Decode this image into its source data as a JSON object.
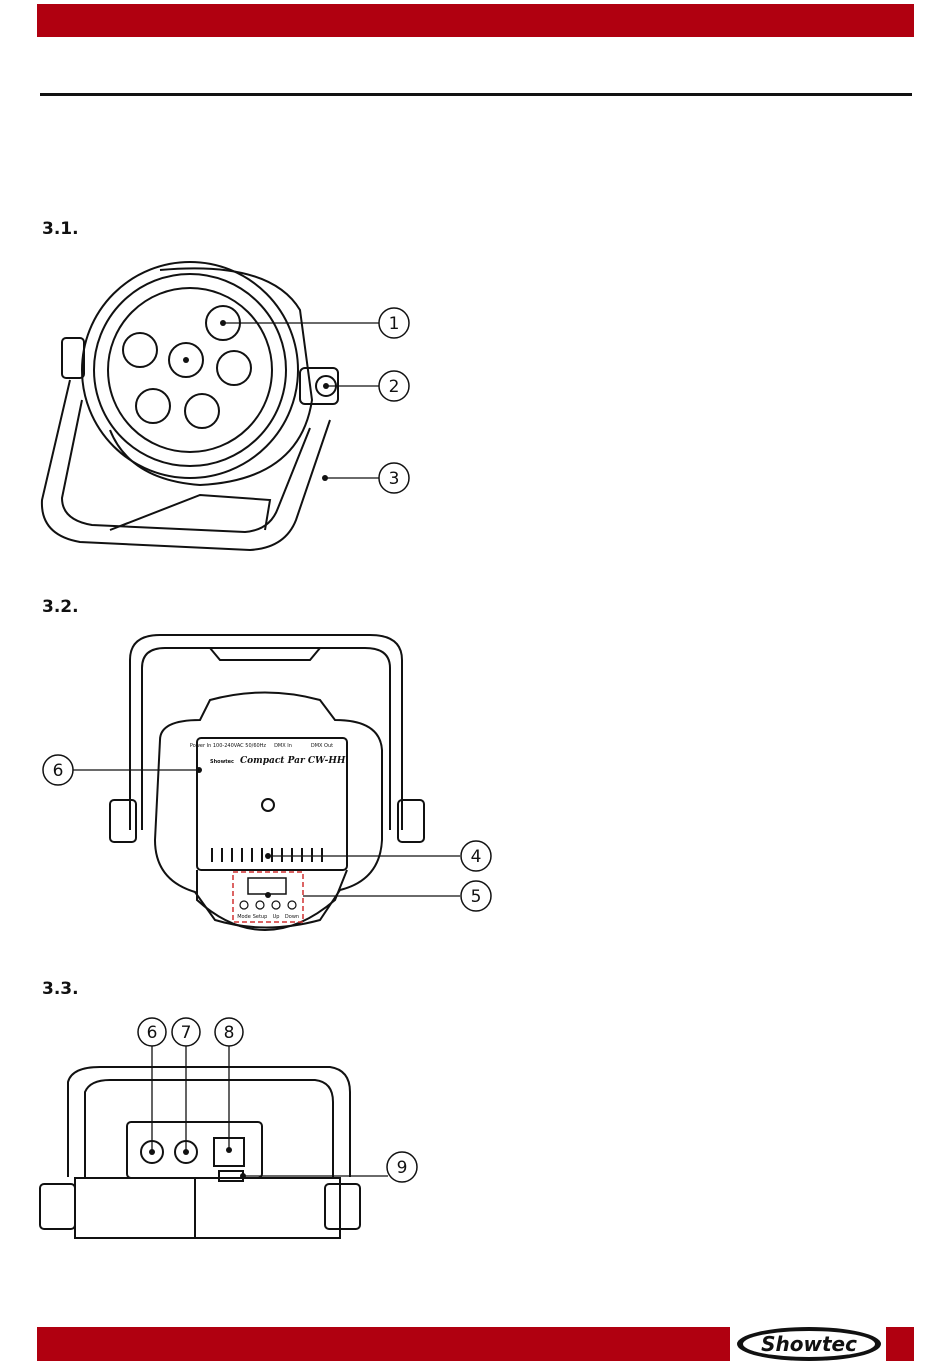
{
  "sections": [
    {
      "number": "3.1."
    },
    {
      "number": "3.2."
    },
    {
      "number": "3.3."
    }
  ],
  "callouts": {
    "fig1": [
      "1",
      "2",
      "3"
    ],
    "fig2": [
      "6",
      "4",
      "5"
    ],
    "fig3": [
      "6",
      "7",
      "8",
      "9"
    ]
  },
  "panel": {
    "brand": "Showtec",
    "model": "Compact Par CW-HH",
    "power_label": "Power In 100-240VAC 50/60Hz",
    "dmx_in": "DMX In",
    "dmx_out": "DMX Out",
    "buttons": [
      "Mode",
      "Setup",
      "Up",
      "Down"
    ]
  },
  "footer": {
    "logo_text": "Showtec"
  },
  "colors": {
    "brand_red": "#b00010",
    "line": "#111111"
  }
}
